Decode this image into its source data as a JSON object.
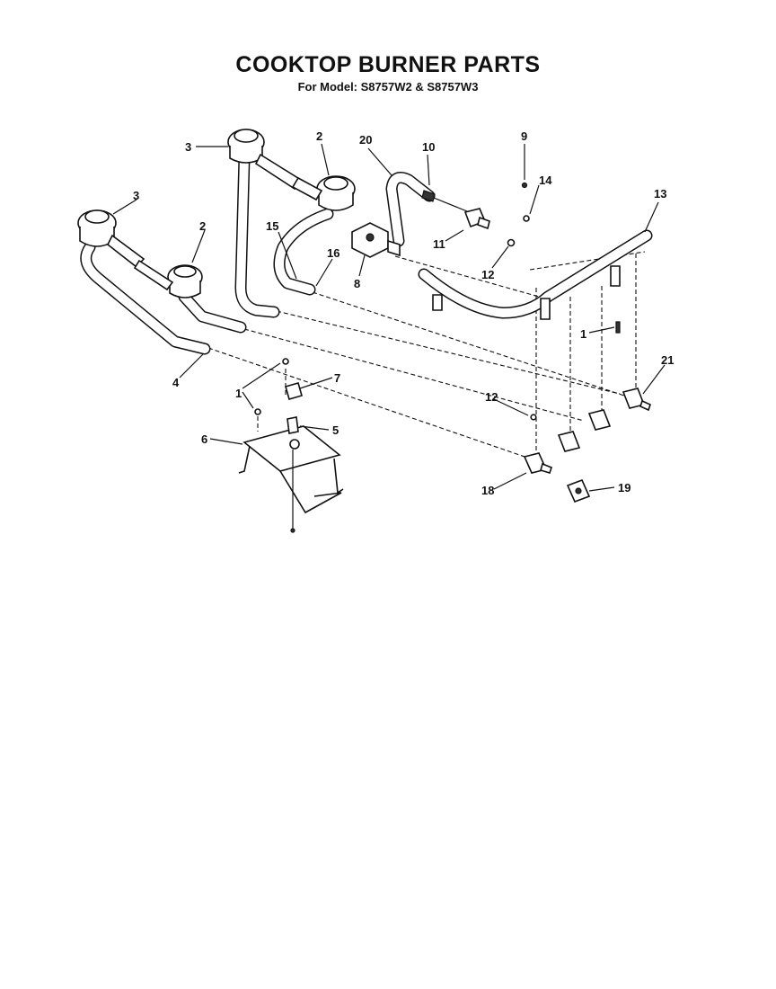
{
  "header": {
    "title": "COOKTOP BURNER PARTS",
    "subtitle": "For Model: S8757W2 & S8757W3"
  },
  "callouts": {
    "c3a": "3",
    "c2a": "2",
    "c20": "20",
    "c10": "10",
    "c9": "9",
    "c14": "14",
    "c13": "13",
    "c3b": "3",
    "c2b": "2",
    "c15": "15",
    "c16": "16",
    "c11": "11",
    "c12a": "12",
    "c8": "8",
    "c1a": "1",
    "c21": "21",
    "c4": "4",
    "c7": "7",
    "c1b": "1",
    "c12b": "12",
    "c5": "5",
    "c6": "6",
    "c18": "18",
    "c19": "19"
  }
}
